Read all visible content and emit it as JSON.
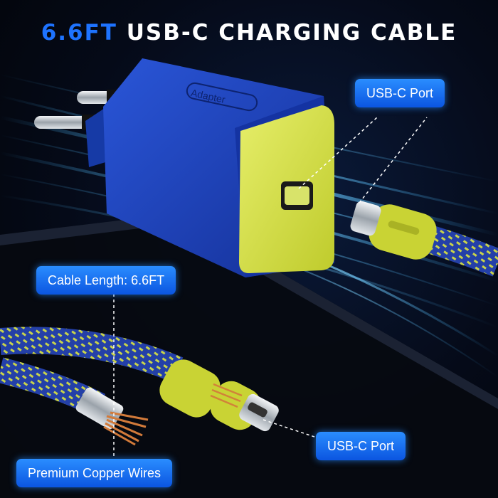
{
  "title": {
    "accent": "6.6FT",
    "rest": "USB-C CHARGING CABLE"
  },
  "adapter": {
    "label": "Adapter"
  },
  "callouts": {
    "port_top": "USB-C Port",
    "cable_length": "Cable Length: 6.6FT",
    "port_bottom": "USB-C Port",
    "copper": "Premium Copper Wires"
  },
  "colors": {
    "accent_blue": "#1e73ff",
    "adapter_blue": "#1d3fb8",
    "lime": "#d7e24a",
    "callout_blue": "#0b55e0"
  }
}
